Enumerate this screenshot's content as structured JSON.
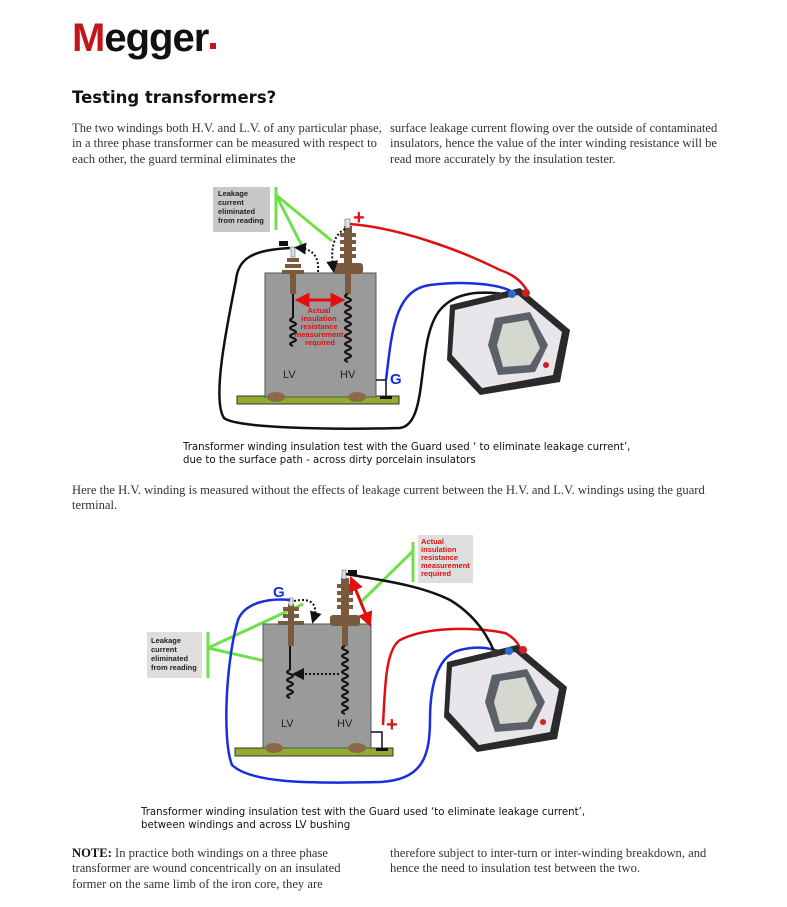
{
  "brand": {
    "logo_first": "M",
    "logo_rest": "egger",
    "accent_color": "#c0171f"
  },
  "heading": "Testing transformers?",
  "intro": {
    "col1": "The two windings both H.V. and L.V. of any particular phase, in a three phase transformer can be measured with respect to each other, the guard terminal eliminates the",
    "col2": "surface leakage current flowing over the outside of contaminated insulators, hence the value of the inter winding resistance will be read more accurately by the insulation tester."
  },
  "figure1": {
    "callout_leakage": [
      "Leakage",
      "current",
      "eliminated",
      "from reading"
    ],
    "callout_actual": [
      "Actual",
      "insulation",
      "resistance",
      "measurement",
      "required"
    ],
    "lv_label": "LV",
    "hv_label": "HV",
    "guard_label": "G",
    "plus_symbol": "+",
    "minus_symbol": "−",
    "caption_line1": "Transformer winding insulation test with the Guard used ‘ to eliminate leakage current’,",
    "caption_line2": "due to the surface path - across dirty porcelain insulators"
  },
  "middle_text": "Here the H.V. winding is measured without the effects of leakage current between the H.V. and L.V. windings using the guard terminal.",
  "figure2": {
    "callout_actual": [
      "Actual",
      "insulation",
      "resistance",
      "measurement",
      "required"
    ],
    "callout_leakage": [
      "Leakage",
      "current",
      "eliminated",
      "from reading"
    ],
    "lv_label": "LV",
    "hv_label": "HV",
    "guard_label": "G",
    "plus_symbol": "+",
    "minus_symbol": "−",
    "caption_line1": "Transformer winding insulation test with the Guard used ‘to eliminate leakage current’,",
    "caption_line2": "between windings and across LV bushing"
  },
  "note": {
    "label": "NOTE:",
    "col1": " In practice both windings on a three phase transformer are wound concentrically on an insulated former on the same limb of the iron core, they are",
    "col2": "therefore subject to inter-turn or inter-winding breakdown, and hence the need to insulation test between the two."
  }
}
